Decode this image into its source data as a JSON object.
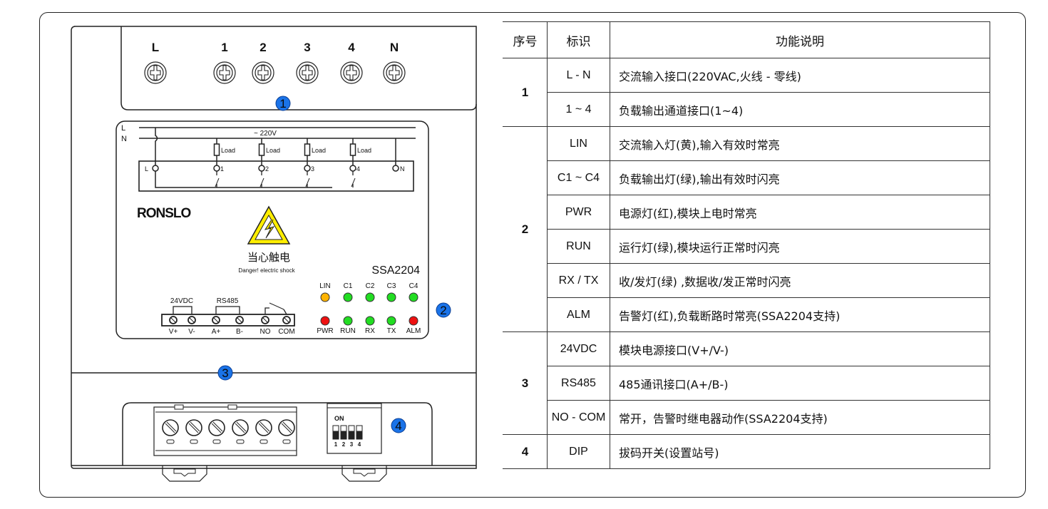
{
  "device": {
    "top_terminals": [
      "L",
      "1",
      "2",
      "3",
      "4",
      "N"
    ],
    "wiring": {
      "line_labels": [
        "L",
        "N"
      ],
      "voltage_label": "~ 220V",
      "load_label": "Load",
      "terminal_labels": [
        "L",
        "1",
        "2",
        "3",
        "4",
        "N"
      ]
    },
    "brand": "RONSLO",
    "warning_cn": "当心触电",
    "warning_en": "Danger! electric shock",
    "model": "SSA2204",
    "leds_top": [
      {
        "label": "LIN",
        "color": "#ffb300"
      },
      {
        "label": "C1",
        "color": "#22dd22"
      },
      {
        "label": "C2",
        "color": "#22dd22"
      },
      {
        "label": "C3",
        "color": "#22dd22"
      },
      {
        "label": "C4",
        "color": "#22dd22"
      }
    ],
    "leds_bottom": [
      {
        "label": "PWR",
        "color": "#ee1111"
      },
      {
        "label": "RUN",
        "color": "#22dd22"
      },
      {
        "label": "RX",
        "color": "#22dd22"
      },
      {
        "label": "TX",
        "color": "#22dd22"
      },
      {
        "label": "ALM",
        "color": "#ee1111"
      }
    ],
    "terminal_group_labels": [
      "24VDC",
      "RS485"
    ],
    "bottom_terminals": [
      "V+",
      "V-",
      "A+",
      "B-",
      "NO",
      "COM"
    ],
    "dip": {
      "on_label": "ON",
      "switches": [
        "1",
        "2",
        "3",
        "4"
      ]
    },
    "callouts": [
      "1",
      "2",
      "3",
      "4"
    ],
    "callout_color": "#1a73e8"
  },
  "table": {
    "headers": [
      "序号",
      "标识",
      "功能说明"
    ],
    "groups": [
      {
        "seq": "1",
        "rows": [
          {
            "mark": "L - N",
            "desc": "交流输入接口(220VAC,火线 - 零线)"
          },
          {
            "mark": "1 ~ 4",
            "desc": "负载输出通道接口(1~4)"
          }
        ]
      },
      {
        "seq": "2",
        "rows": [
          {
            "mark": "LIN",
            "desc": "交流输入灯(黄),输入有效时常亮"
          },
          {
            "mark": "C1 ~ C4",
            "desc": "负载输出灯(绿),输出有效时闪亮"
          },
          {
            "mark": "PWR",
            "desc": "电源灯(红),模块上电时常亮"
          },
          {
            "mark": "RUN",
            "desc": "运行灯(绿),模块运行正常时闪亮"
          },
          {
            "mark": "RX / TX",
            "desc": "收/发灯(绿) ,数据收/发正常时闪亮"
          },
          {
            "mark": "ALM",
            "desc": "告警灯(红),负载断路时常亮(SSA2204支持)"
          }
        ]
      },
      {
        "seq": "3",
        "rows": [
          {
            "mark": "24VDC",
            "desc": "模块电源接口(V+/V-)"
          },
          {
            "mark": "RS485",
            "desc": "485通讯接口(A+/B-)"
          },
          {
            "mark": "NO - COM",
            "desc": "常开，告警时继电器动作(SSA2204支持)"
          }
        ]
      },
      {
        "seq": "4",
        "rows": [
          {
            "mark": "DIP",
            "desc": "拔码开关(设置站号)"
          }
        ]
      }
    ]
  }
}
